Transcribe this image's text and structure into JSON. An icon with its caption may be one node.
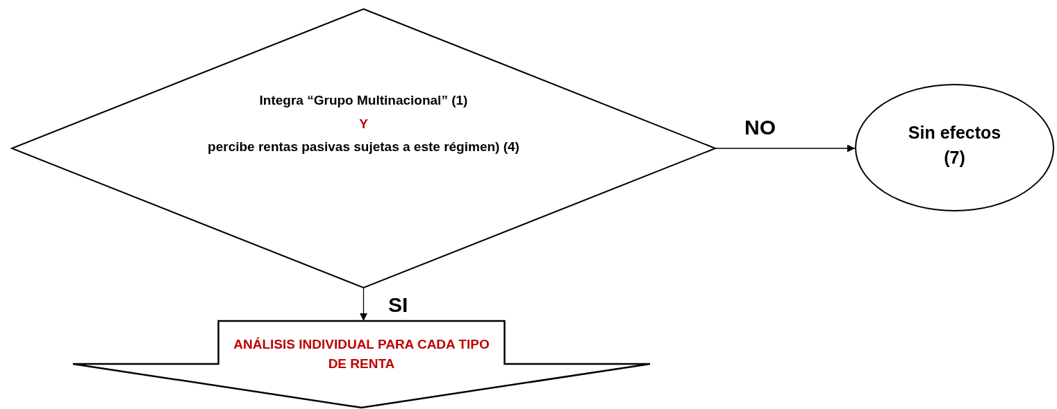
{
  "diagram": {
    "nodes": [
      {
        "text": [
          "Integra “Grupo Multinacional” (1)",
          "Y",
          "percibe rentas pasivas sujetas a este régimen) (4)"
        ]
      },
      {
        "text": [
          "Sin efectos (7)"
        ]
      },
      {
        "text": [
          "ANÁLISIS INDIVIDUAL PARA CADA TIPO DE RENTA"
        ]
      }
    ],
    "edges": [
      {
        "from": 0,
        "to": 1,
        "arrow": "to",
        "label": "NO"
      },
      {
        "from": 0,
        "to": 2,
        "arrow": "to",
        "label": "SI"
      }
    ]
  }
}
